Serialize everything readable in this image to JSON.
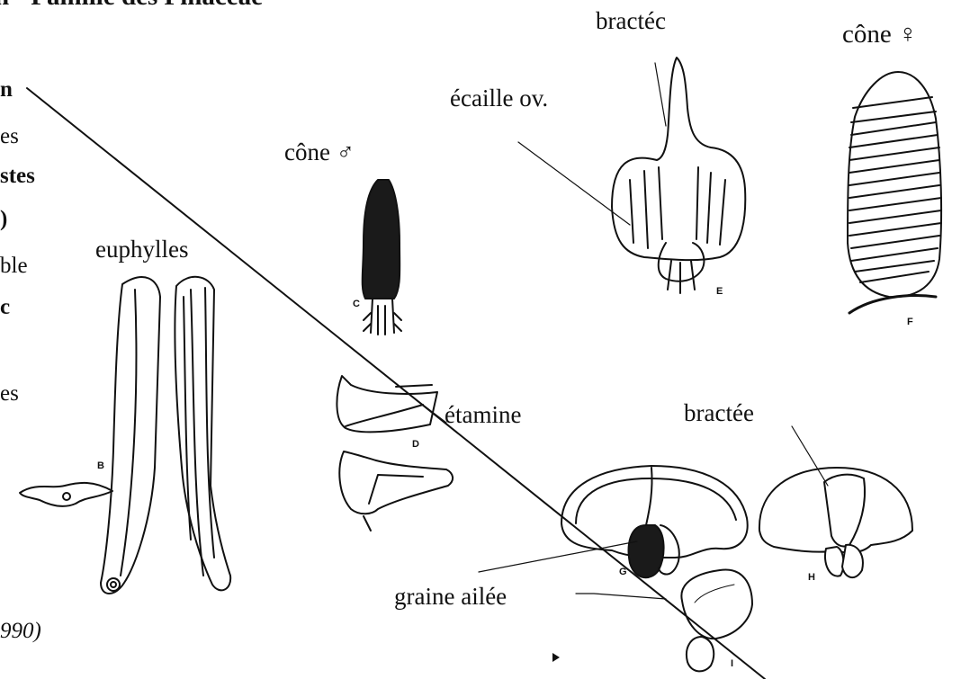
{
  "header": {
    "title_fragment": "n - Famille des Pinaceae"
  },
  "left_column": {
    "lines": [
      "n",
      "es",
      "stes",
      ")",
      "ble",
      "c",
      "es"
    ],
    "citation": "990)"
  },
  "labels": {
    "euphylles": "euphylles",
    "cone_male": "cône ♂",
    "cone_female": "cône ♀",
    "bractee_top": "bractéc",
    "ecaille": "écaille ov.",
    "etamine": "étamine",
    "bractee_mid": "bractée",
    "graine": "graine ailée"
  },
  "figure_letters": [
    "B",
    "C",
    "D",
    "E",
    "F",
    "G",
    "H",
    "I"
  ]
}
